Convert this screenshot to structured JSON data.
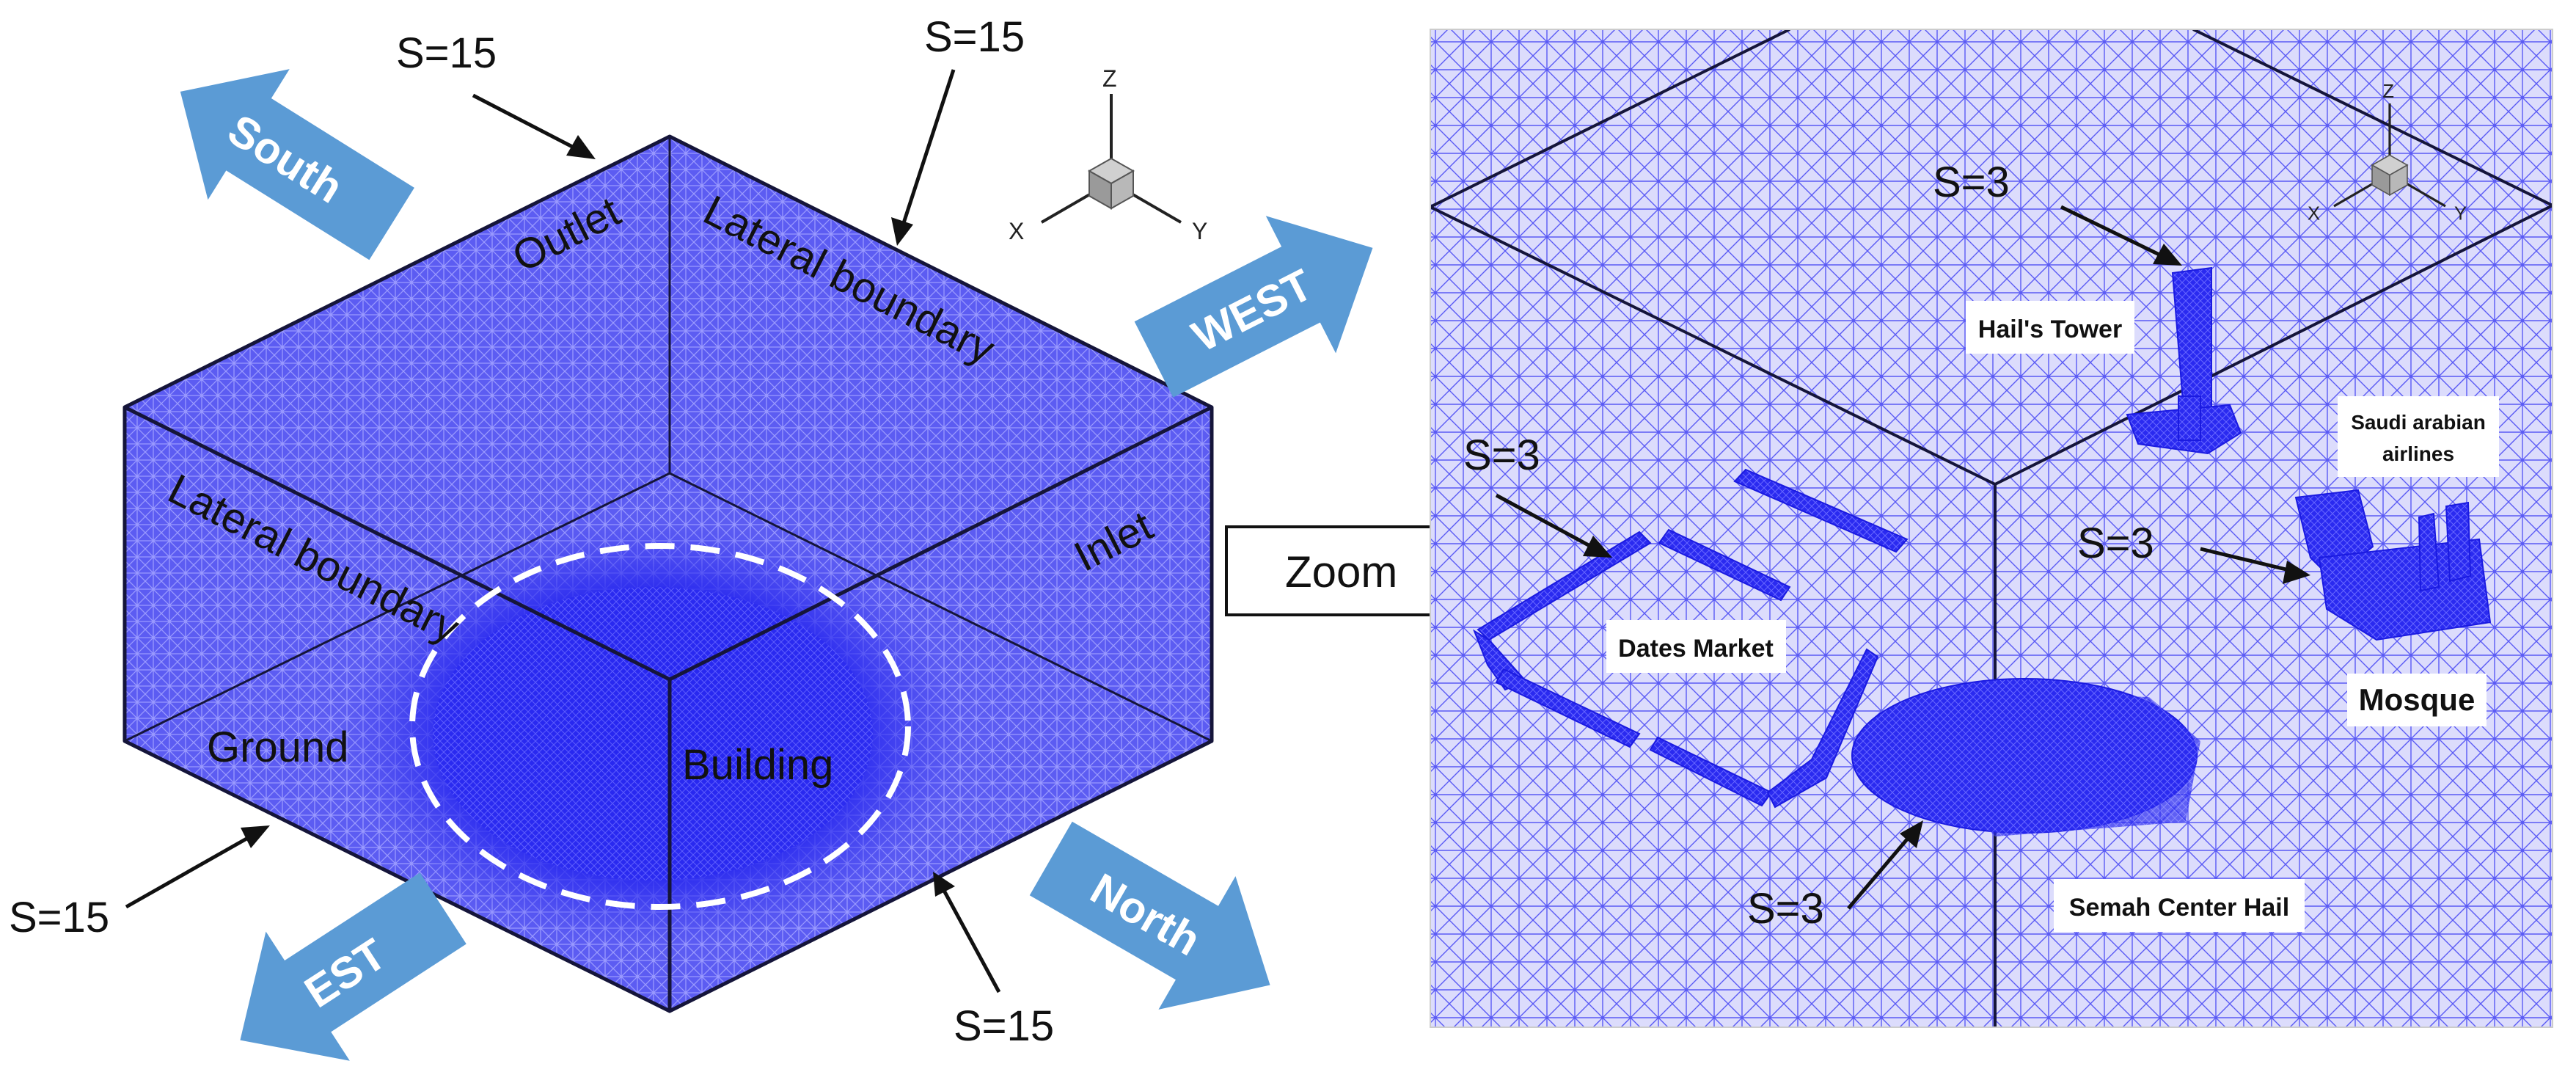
{
  "colors": {
    "mesh_fill": "#5656f0",
    "mesh_line": "#8a8aff",
    "mesh_dense": "#2020ee",
    "zoom_bg": "#d8d8fc",
    "arrow_blue": "#5b9bd5",
    "edge": "#15153a"
  },
  "icons": {
    "direction": "block-arrow-icon",
    "pointer": "arrow-pointer-icon",
    "axis": "axis-triad-icon",
    "zoom": "zoom-arrow-icon"
  },
  "left_panel": {
    "faces": {
      "outlet": "Outlet",
      "lateral_top_right": "Lateral boundary",
      "lateral_left": "Lateral boundary",
      "inlet": "Inlet",
      "ground": "Ground",
      "building": "Building"
    },
    "sizes": {
      "top_left": "S=15",
      "top_right": "S=15",
      "bottom_left": "S=15",
      "bottom_right": "S=15"
    },
    "directions": {
      "south": "South",
      "west": "WEST",
      "est": "EST",
      "north": "North"
    },
    "axes": {
      "z": "Z",
      "x": "X",
      "y": "Y"
    }
  },
  "zoom_label": "Zoom",
  "right_panel": {
    "sizes": {
      "tower": "S=3",
      "market": "S=3",
      "mosque": "S=3",
      "center": "S=3"
    },
    "labels": {
      "hails_tower": "Hail's Tower",
      "saudi_line1": "Saudi arabian",
      "saudi_line2": "airlines",
      "dates_market": "Dates Market",
      "mosque": "Mosque",
      "semah_center": "Semah Center Hail"
    },
    "axes": {
      "z": "Z",
      "x": "X",
      "y": "Y"
    }
  }
}
